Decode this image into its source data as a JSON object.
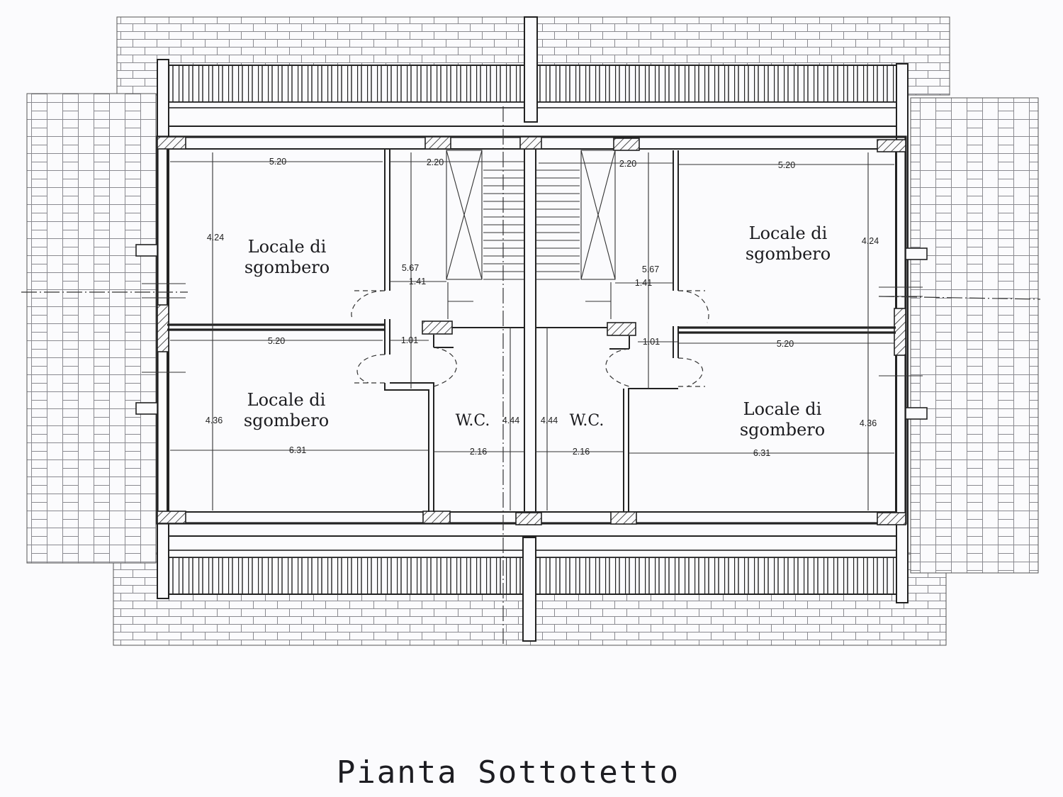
{
  "plan": {
    "title": "Pianta Sottotetto",
    "rooms": [
      {
        "label_line1": "Locale di",
        "label_line2": "sgombero"
      },
      {
        "label_line1": "Locale di",
        "label_line2": "sgombero"
      },
      {
        "label_line1": "Locale di",
        "label_line2": "sgombero"
      },
      {
        "label_line1": "Locale di",
        "label_line2": "sgombero"
      },
      {
        "label": "W.C."
      },
      {
        "label": "W.C."
      }
    ],
    "dimensions": [
      "5.20",
      "2.20",
      "2.20",
      "5.20",
      "4.24",
      "4.24",
      "5.67",
      "5.67",
      "1.41",
      "1.41",
      "5.20",
      "5.20",
      "1.01",
      "1.01",
      "4.36",
      "4.36",
      "4.44",
      "4.44",
      "6.31",
      "2.16",
      "2.16",
      "6.31"
    ],
    "colors": {
      "line": "#222222",
      "paper": "#fbfbfd"
    }
  }
}
